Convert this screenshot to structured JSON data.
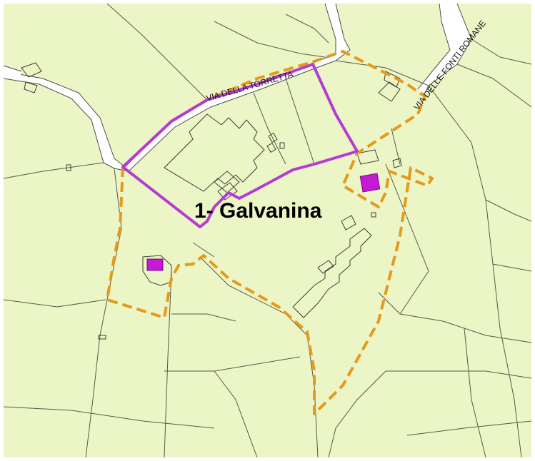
{
  "map": {
    "background_color": "#ecf5c5",
    "road_color": "#ffffff",
    "building_outline_color": "#3b3f33",
    "purple_boundary_color": "#b43cd2",
    "orange_boundary_color": "#e59a1c",
    "highlight_square_color": "#c619d6",
    "labels": {
      "area": "1- Galvanina",
      "road_torretta": "VIA DELLA TORRETTA",
      "road_fonti_romane": "VIA DELLE FONTI ROMANE"
    }
  }
}
